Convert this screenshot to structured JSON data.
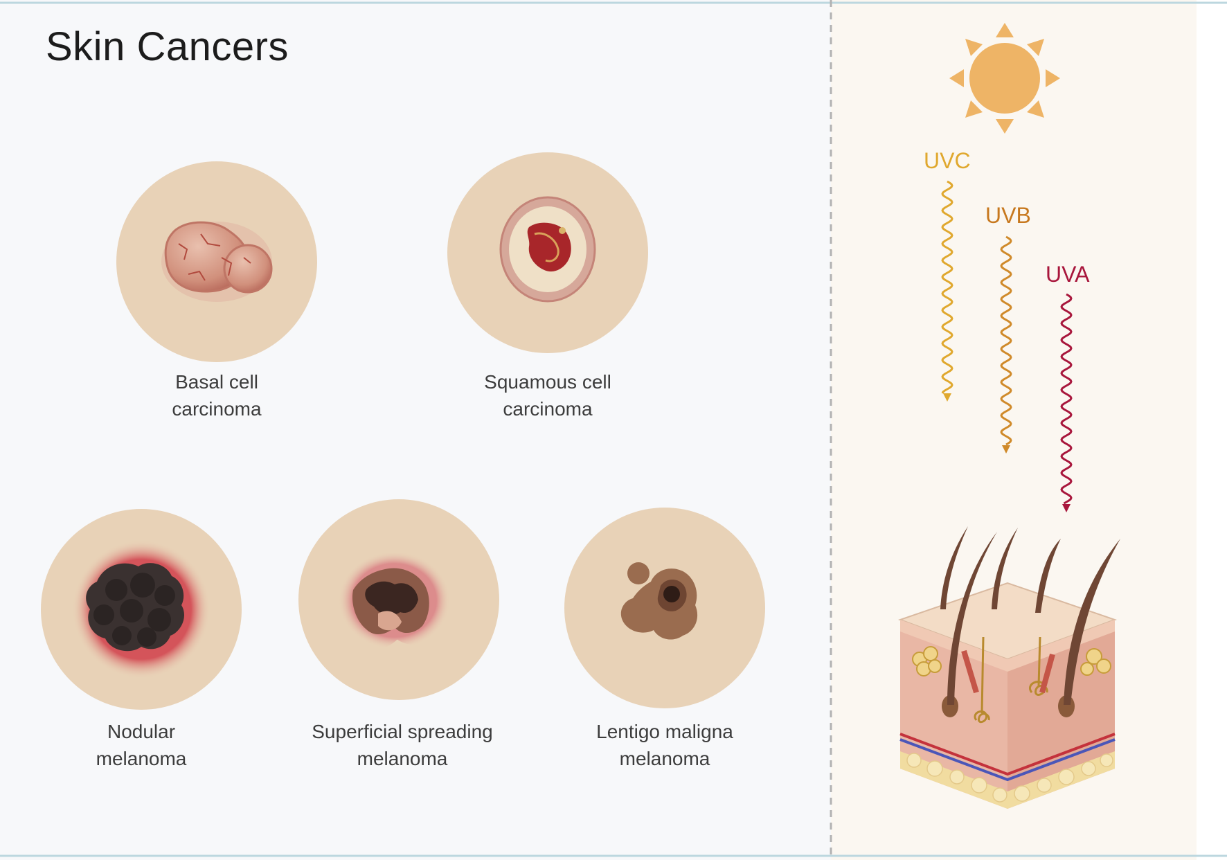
{
  "title": "Skin Cancers",
  "lesions": [
    {
      "line1": "Basal cell",
      "line2": "carcinoma",
      "icon": "basal-cell-lesion"
    },
    {
      "line1": "Squamous cell",
      "line2": "carcinoma",
      "icon": "squamous-cell-lesion"
    },
    {
      "line1": "Nodular",
      "line2": "melanoma",
      "icon": "nodular-melanoma-lesion"
    },
    {
      "line1": "Superficial spreading",
      "line2": "melanoma",
      "icon": "superficial-spreading-lesion"
    },
    {
      "line1": "Lentigo maligna",
      "line2": "melanoma",
      "icon": "lentigo-maligna-lesion"
    }
  ],
  "uv_rays": [
    {
      "label": "UVC",
      "color": "#e0a82e"
    },
    {
      "label": "UVB",
      "color": "#c7781e"
    },
    {
      "label": "UVA",
      "color": "#a8163c"
    }
  ],
  "colors": {
    "skin_circle": "#e8d2b7",
    "left_bg": "#f7f8fa",
    "right_bg": "#fbf7f1",
    "sun": "#eeb466"
  }
}
